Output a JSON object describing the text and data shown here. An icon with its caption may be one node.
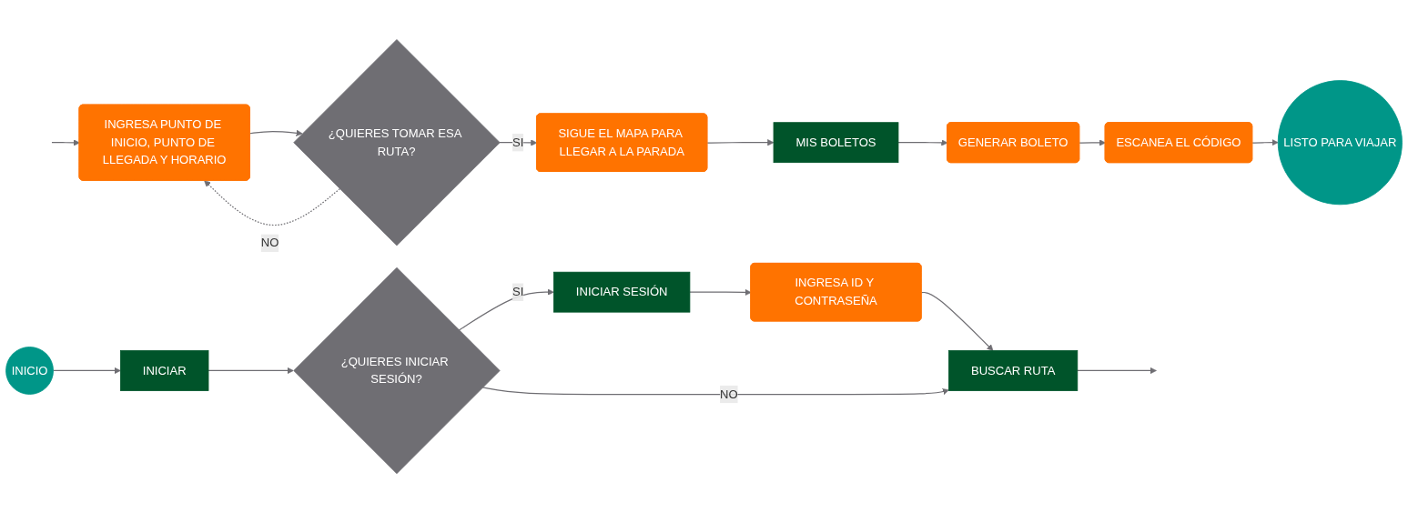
{
  "diagram": {
    "nodes": [
      {
        "text": [
          "INICIO"
        ]
      },
      {
        "text": [
          "INICIAR"
        ]
      },
      {
        "text": [
          "¿QUIERES INICIAR SESIÓN?"
        ]
      },
      {
        "text": [
          "INICIAR SESIÓN"
        ]
      },
      {
        "text": [
          "INGRESA ID Y CONTRASEÑA"
        ]
      },
      {
        "text": [
          "BUSCAR RUTA"
        ]
      },
      {
        "text": [
          "INGRESA PUNTO DE INICIO, PUNTO DE LLEGADA Y HORARIO"
        ]
      },
      {
        "text": [
          "¿QUIERES TOMAR ESA RUTA?"
        ]
      },
      {
        "text": [
          "SIGUE EL MAPA PARA LLEGAR A LA PARADA"
        ]
      },
      {
        "text": [
          "MIS BOLETOS"
        ]
      },
      {
        "text": [
          "GENERAR BOLETO"
        ]
      },
      {
        "text": [
          "ESCANEA EL CÓDIGO"
        ]
      },
      {
        "text": [
          "LISTO PARA VIAJAR"
        ]
      }
    ],
    "edges": [
      {
        "from": 0,
        "to": 1,
        "arrow": "to"
      },
      {
        "from": 1,
        "to": 2,
        "arrow": "to"
      },
      {
        "from": 2,
        "to": 3,
        "label": "SI",
        "arrow": "to"
      },
      {
        "from": 3,
        "to": 4,
        "arrow": "to"
      },
      {
        "from": 4,
        "to": 5,
        "arrow": "to"
      },
      {
        "from": 2,
        "to": 5,
        "label": "NO",
        "arrow": "to"
      },
      {
        "from": 5,
        "to": null,
        "arrow": "to"
      },
      {
        "from": null,
        "to": 6,
        "arrow": "to"
      },
      {
        "from": 6,
        "to": 7,
        "arrow": "to"
      },
      {
        "from": 7,
        "to": 8,
        "label": "SI",
        "arrow": "to"
      },
      {
        "from": 7,
        "to": 6,
        "label": "NO",
        "arrow": "to",
        "style": "dashed"
      },
      {
        "from": 8,
        "to": 9,
        "arrow": "to"
      },
      {
        "from": 9,
        "to": 10,
        "arrow": "to"
      },
      {
        "from": 10,
        "to": 11,
        "arrow": "to"
      },
      {
        "from": 11,
        "to": 12,
        "arrow": "to"
      }
    ]
  }
}
